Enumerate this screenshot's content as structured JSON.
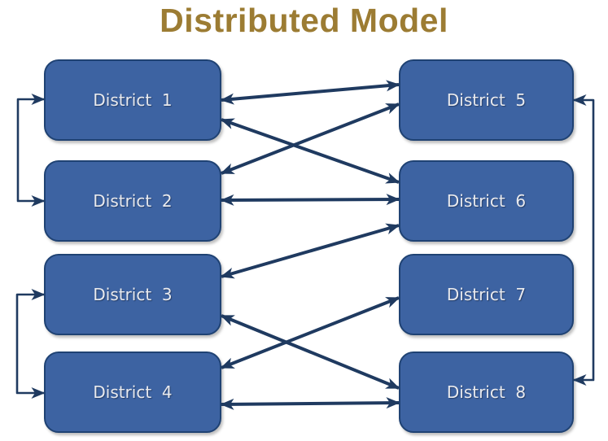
{
  "title": "Distributed Model",
  "colors": {
    "title": "#9C7C33",
    "node_fill": "#3D63A2",
    "node_border": "#1F4273",
    "node_text": "#E9EAEE",
    "arrow": "#1F3A60",
    "background": "#FFFFFF"
  },
  "diagram": {
    "nodes": [
      {
        "id": "district1",
        "label": "District  1"
      },
      {
        "id": "district2",
        "label": "District  2"
      },
      {
        "id": "district3",
        "label": "District  3"
      },
      {
        "id": "district4",
        "label": "District  4"
      },
      {
        "id": "district5",
        "label": "District  5"
      },
      {
        "id": "district6",
        "label": "District  6"
      },
      {
        "id": "district7",
        "label": "District  7"
      },
      {
        "id": "district8",
        "label": "District  8"
      }
    ],
    "edges": [
      {
        "from": "district1",
        "to": "district2",
        "bidirectional": true,
        "style": "left-bracket"
      },
      {
        "from": "district3",
        "to": "district4",
        "bidirectional": true,
        "style": "left-bracket"
      },
      {
        "from": "district5",
        "to": "district8",
        "bidirectional": true,
        "style": "right-bracket"
      },
      {
        "from": "district1",
        "to": "district5",
        "bidirectional": true,
        "style": "direct"
      },
      {
        "from": "district1",
        "to": "district6",
        "bidirectional": true,
        "style": "direct"
      },
      {
        "from": "district2",
        "to": "district5",
        "bidirectional": true,
        "style": "direct"
      },
      {
        "from": "district2",
        "to": "district6",
        "bidirectional": true,
        "style": "direct"
      },
      {
        "from": "district3",
        "to": "district6",
        "bidirectional": true,
        "style": "direct"
      },
      {
        "from": "district3",
        "to": "district8",
        "bidirectional": true,
        "style": "direct"
      },
      {
        "from": "district4",
        "to": "district7",
        "bidirectional": true,
        "style": "direct"
      },
      {
        "from": "district4",
        "to": "district8",
        "bidirectional": true,
        "style": "direct"
      }
    ]
  }
}
